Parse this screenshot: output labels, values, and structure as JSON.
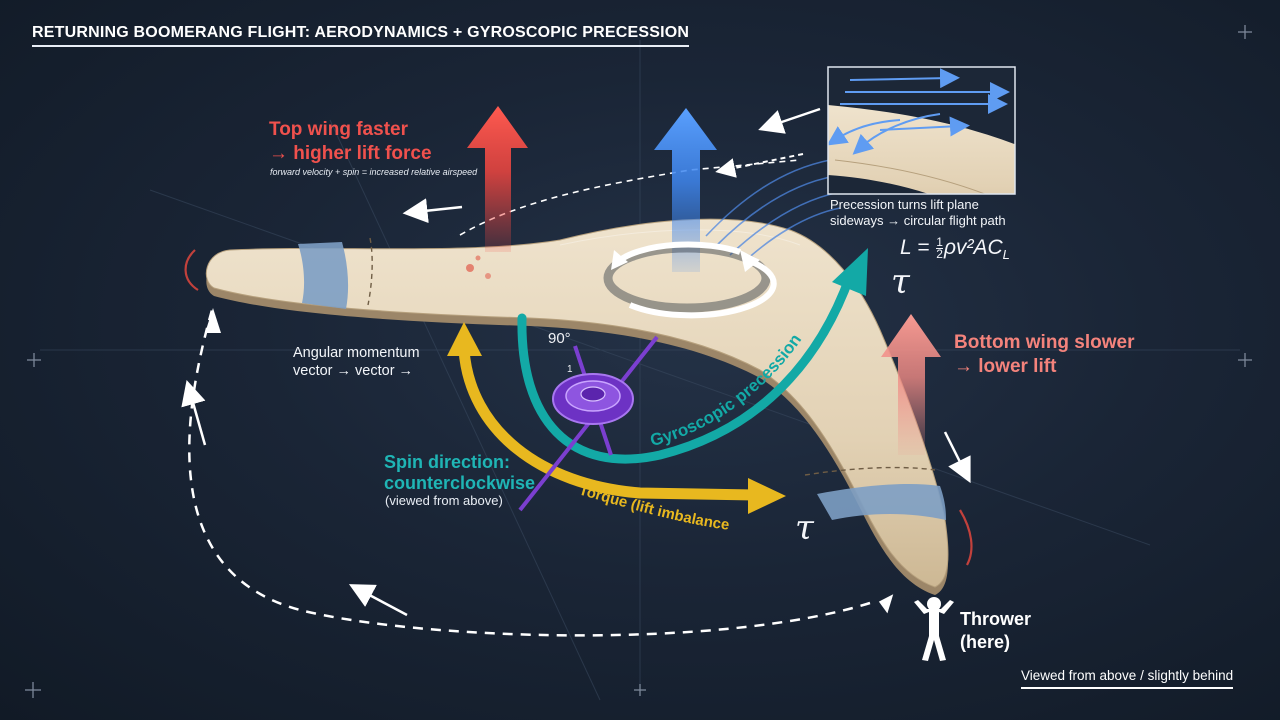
{
  "title": "RETURNING BOOMERANG FLIGHT: AERODYNAMICS + GYROSCOPIC PRECESSION",
  "top_wing": {
    "line1": "Top wing faster",
    "line2": "→ higher lift force",
    "note": "forward velocity + spin = increased relative airspeed"
  },
  "bottom_wing": {
    "line1": "Bottom wing slower",
    "line2": "→ lower lift"
  },
  "angular_momentum": {
    "line1": "Angular momentum",
    "line2": "vector → vector →"
  },
  "spin": {
    "line1": "Spin direction:",
    "line2": "counterclockwise",
    "note": "(viewed from above)"
  },
  "precession_note": {
    "line1": "Precession turns lift plane",
    "line2": "sideways → circular flight path"
  },
  "formula": {
    "lhs": "L =",
    "num": "1",
    "den": "2",
    "rhs_main": "ρv²AC",
    "rhs_sub": "L"
  },
  "arc_labels": {
    "gyroscopic": "Gyroscopic precession",
    "torque": "Torque (lift imbalance)"
  },
  "tau_symbol": "τ",
  "angle_label": "90°",
  "axis_small_label": "1",
  "thrower": {
    "line1": "Thrower",
    "line2": "(here)"
  },
  "view_note": "Viewed from above / slightly behind",
  "colors": {
    "lift_top": "#ef4640",
    "lift_center": "#3f86ee",
    "lift_bottom": "#f08a84",
    "torque": "#e8b81f",
    "precession": "#13a9a6",
    "spin_axis": "#7b3fd0",
    "boomerang": "#e6d6bc",
    "band": "#7d9fc4",
    "flight_path": "#ffffff"
  },
  "icons": [
    "thrower-person-icon",
    "spin-gyroscope-icon",
    "rotation-circle-icon"
  ]
}
